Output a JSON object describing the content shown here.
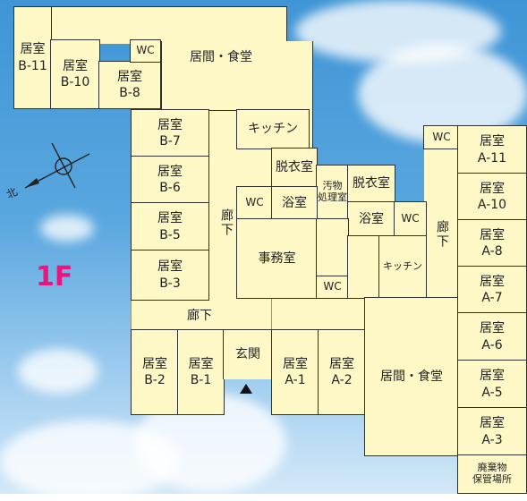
{
  "floor_label": "1F",
  "compass": {
    "north_label": "北"
  },
  "rooms": {
    "b11": "居室\nB-11",
    "b10": "居室\nB-10",
    "b8": "居室\nB-8",
    "wc_b8": "WC",
    "living_dining_north": "居間・食堂",
    "b7": "居室\nB-7",
    "b6": "居室\nB-6",
    "b5": "居室\nB-5",
    "b3": "居室\nB-3",
    "corridor_west": "廊下",
    "corridor_center": "廊下",
    "b2": "居室\nB-2",
    "b1": "居室\nB-1",
    "entrance": "玄関",
    "a1": "居室\nA-1",
    "a2": "居室\nA-2",
    "kitchen_west": "キッチン",
    "changing_west": "脱衣室",
    "dirty_processing": "汚物\n処理室",
    "changing_east": "脱衣室",
    "wc_west": "WC",
    "bath_west": "浴室",
    "bath_east": "浴室",
    "wc_east": "WC",
    "office": "事務室",
    "wc_office": "WC",
    "kitchen_east": "キッチン",
    "wc_a": "WC",
    "corridor_east": "廊下",
    "living_dining_south": "居間・食堂",
    "a11": "居室\nA-11",
    "a10": "居室\nA-10",
    "a8": "居室\nA-8",
    "a7": "居室\nA-7",
    "a6": "居室\nA-6",
    "a5": "居室\nA-5",
    "a3": "居室\nA-3",
    "waste_storage": "廃棄物\n保管場所"
  },
  "colors": {
    "room_fill": "#fdf8c6",
    "wall": "#303030",
    "floor_label": "#e8177d",
    "sky": "#4c9edb"
  }
}
